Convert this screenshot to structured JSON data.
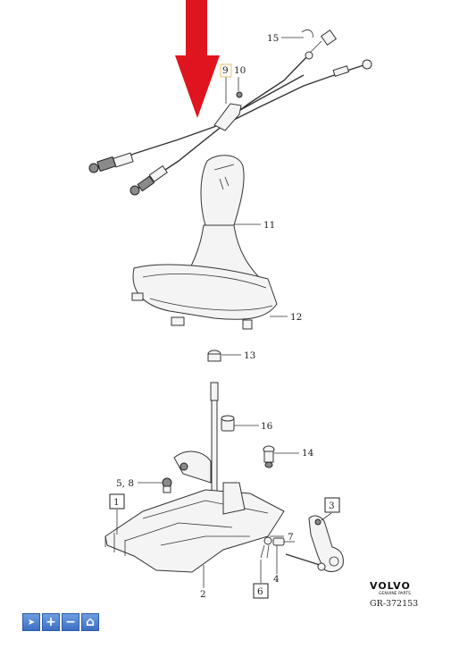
{
  "callouts": {
    "c15": "15",
    "c9": "9",
    "c10": "10",
    "c11": "11",
    "c12": "12",
    "c13": "13",
    "c16": "16",
    "c14": "14",
    "c58": "5, 8",
    "c7": "7",
    "c4": "4",
    "c2": "2"
  },
  "boxes": {
    "b1": "1",
    "b3": "3",
    "b6": "6"
  },
  "brand": {
    "name": "VOLVO",
    "tagline": "GENUINE PARTS",
    "reference": "GR-372153"
  },
  "colors": {
    "arrow": "#e0141e",
    "toolbar": "#3d6fc4"
  },
  "toolbar": {
    "buttons": [
      {
        "icon": "cursor-icon",
        "glyph": "➤"
      },
      {
        "icon": "plus-icon",
        "glyph": "+"
      },
      {
        "icon": "minus-icon",
        "glyph": "−"
      },
      {
        "icon": "home-icon",
        "glyph": "⌂"
      }
    ]
  }
}
